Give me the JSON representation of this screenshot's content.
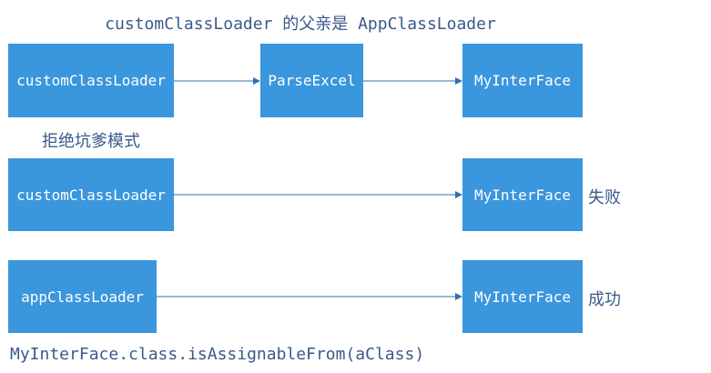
{
  "title": "customClassLoader 的父亲是 AppClassLoader",
  "row1": {
    "left": "customClassLoader",
    "middle": "ParseExcel",
    "right": "MyInterFace"
  },
  "note": "拒绝坑爹模式",
  "row2": {
    "left": "customClassLoader",
    "right": "MyInterFace",
    "result": "失败"
  },
  "row3": {
    "left": "appClassLoader",
    "right": "MyInterFace",
    "result": "成功"
  },
  "footer": "MyInterFace.class.isAssignableFrom(aClass)",
  "colors": {
    "box": "#3a96dd",
    "arrow": "#2f6fb3",
    "text": "#3a5a8a"
  }
}
